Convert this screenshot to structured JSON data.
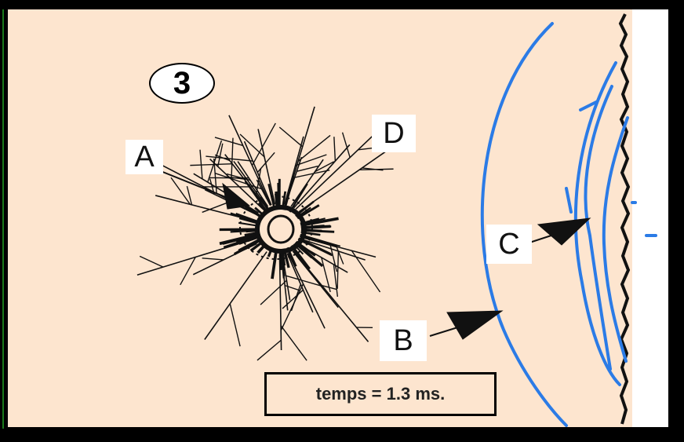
{
  "figure_number": "3",
  "labels": {
    "a": "A",
    "b": "B",
    "c": "C",
    "d": "D"
  },
  "time_note": "temps = 1.3 ms.",
  "colors": {
    "background": "#fde5cf",
    "crack": "#111111",
    "front": "#2b7be6",
    "frame": "#000000"
  }
}
